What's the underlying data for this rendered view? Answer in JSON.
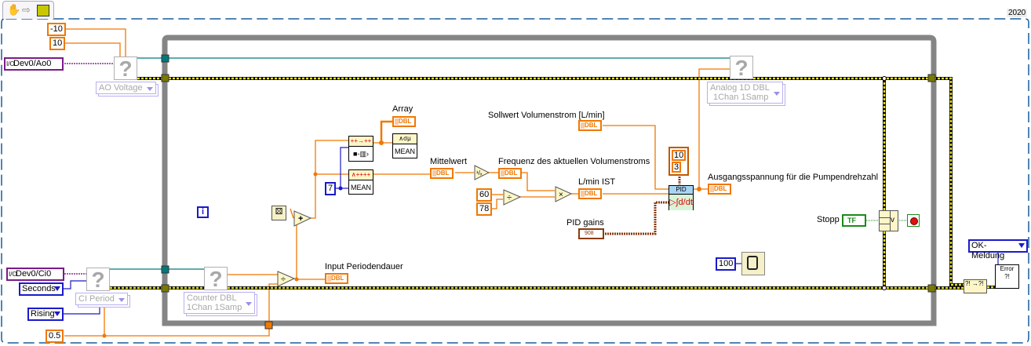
{
  "toolbar": {
    "icons": [
      "hand-cursor-icon",
      "arrow-right-icon",
      "execution-highlight-icon"
    ]
  },
  "version_label": "2020",
  "constants": {
    "ao_min": "-10",
    "ao_max": "10",
    "ci_timeout": "0.5",
    "mean_length": "7",
    "sixty": "60",
    "seventy_eight": "78",
    "wait_ms": "100",
    "pid_range_high": "10",
    "pid_range_low": "3"
  },
  "io": {
    "ao_channel": "Dev0/Ao0",
    "ci_channel": "Dev0/Ci0",
    "units": "Seconds",
    "edge": "Rising",
    "error_type": "OK-Meldung"
  },
  "daqmx": {
    "ao_create": "AO Voltage",
    "ci_create": "CI Period",
    "ci_read_line1": "Counter DBL",
    "ci_read_line2": "1Chan 1Samp",
    "ao_write_line1": "Analog 1D DBL",
    "ao_write_line2": "1Chan 1Samp"
  },
  "labels": {
    "array": "Array",
    "mittelwert": "Mittelwert",
    "frequenz": "Frequenz des aktuellen Volumenstroms",
    "sollwert": "Sollwert Volumenstrom [L/min]",
    "lmin_ist": "L/min IST",
    "pid_gains": "PID gains",
    "ausgang": "Ausgangsspannung für die Pumpendrehzahl",
    "input_periode": "Input Periodendauer",
    "stopp": "Stopp"
  },
  "terminals": {
    "dbl": "DBL",
    "bool": "TF",
    "cluster": "908",
    "pid": "PID",
    "mean": "MEAN",
    "iteration": "i"
  },
  "colors": {
    "numeric_wire": "#f07800",
    "integer": "#1a1acc",
    "error_wire": "#e8e020",
    "task_wire": "#007a7a",
    "loop": "#858585",
    "diagram_border": "#1a5c9c"
  }
}
